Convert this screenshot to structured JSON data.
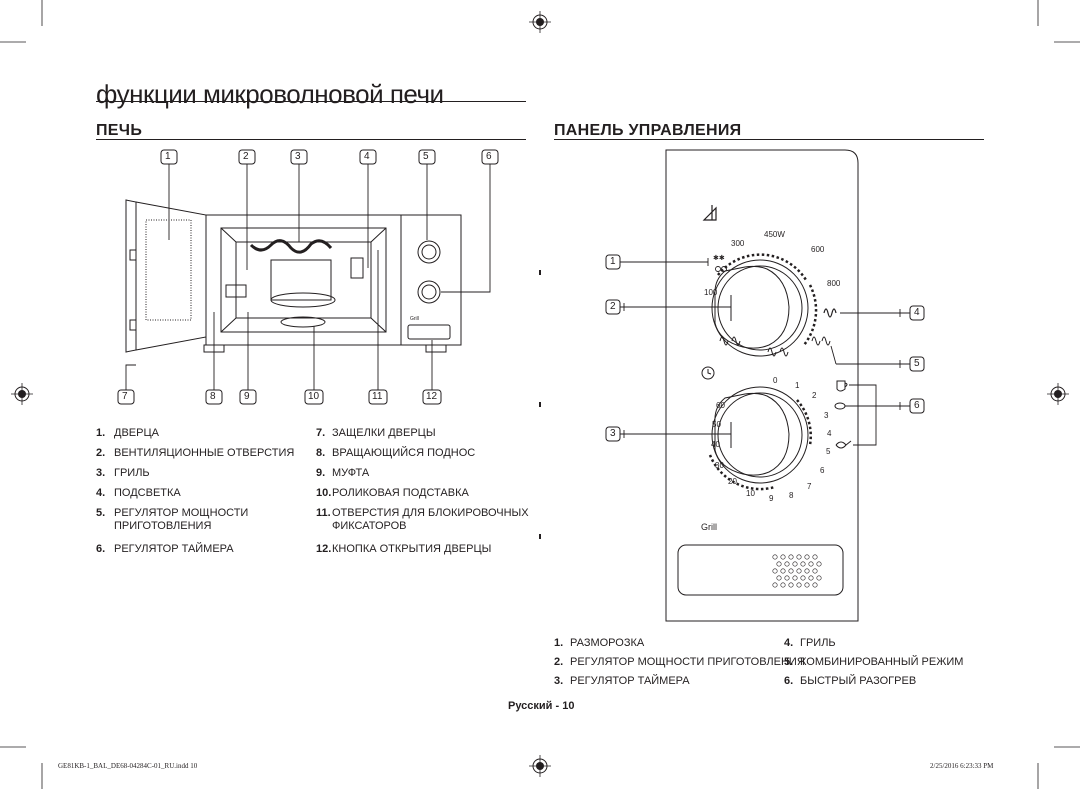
{
  "page_title": "функции микроволновой печи",
  "oven": {
    "heading": "ПЕЧЬ",
    "callouts_top": [
      "1",
      "2",
      "3",
      "4",
      "5",
      "6"
    ],
    "callouts_bottom": [
      "7",
      "8",
      "9",
      "10",
      "11",
      "12"
    ],
    "panel_label": "Grill",
    "items": [
      {
        "num": "1.",
        "label": "ДВЕРЦА"
      },
      {
        "num": "2.",
        "label": "ВЕНТИЛЯЦИОННЫЕ ОТВЕРСТИЯ"
      },
      {
        "num": "3.",
        "label": "ГРИЛЬ"
      },
      {
        "num": "4.",
        "label": "ПОДСВЕТКА"
      },
      {
        "num": "5.",
        "label": "РЕГУЛЯТОР МОЩНОСТИ",
        "label2": "ПРИГОТОВЛЕНИЯ"
      },
      {
        "num": "6.",
        "label": "РЕГУЛЯТОР ТАЙМЕРА"
      },
      {
        "num": "7.",
        "label": "ЗАЩЕЛКИ ДВЕРЦЫ"
      },
      {
        "num": "8.",
        "label": "ВРАЩАЮЩИЙСЯ ПОДНОС"
      },
      {
        "num": "9.",
        "label": "МУФТА"
      },
      {
        "num": "10.",
        "label": "РОЛИКОВАЯ ПОДСТАВКА"
      },
      {
        "num": "11.",
        "label": "ОТВЕРСТИЯ ДЛЯ БЛОКИРОВОЧНЫХ",
        "label2": "ФИКСАТОРОВ"
      },
      {
        "num": "12.",
        "label": "КНОПКА ОТКРЫТИЯ ДВЕРЦЫ"
      }
    ]
  },
  "panel": {
    "heading": "ПАНЕЛЬ УПРАВЛЕНИЯ",
    "callouts": [
      "1",
      "2",
      "3",
      "4",
      "5",
      "6"
    ],
    "power_marks": [
      "450W",
      "300",
      "600",
      "100",
      "800"
    ],
    "timer_marks": [
      "0",
      "1",
      "2",
      "3",
      "4",
      "5",
      "6",
      "7",
      "8",
      "9",
      "10",
      "20",
      "30",
      "40",
      "50",
      "60"
    ],
    "grill_label": "Grill",
    "items": [
      {
        "num": "1.",
        "label": "РАЗМОРОЗКА"
      },
      {
        "num": "2.",
        "label": "РЕГУЛЯТОР МОЩНОСТИ ПРИГОТОВЛЕНИЯ"
      },
      {
        "num": "3.",
        "label": "РЕГУЛЯТОР ТАЙМЕРА"
      },
      {
        "num": "4.",
        "label": "ГРИЛЬ"
      },
      {
        "num": "5.",
        "label": "КОМБИНИРОВАННЫЙ РЕЖИМ"
      },
      {
        "num": "6.",
        "label": "БЫСТРЫЙ РАЗОГРЕВ"
      }
    ]
  },
  "footer": {
    "page_label": "Русский - 10",
    "file_slug": "GE81KB-1_BAL_DE68-04284C-01_RU.indd   10",
    "date_slug": "2/25/2016   6:23:33 PM"
  },
  "colors": {
    "ink": "#231f20",
    "line": "#231f20"
  }
}
